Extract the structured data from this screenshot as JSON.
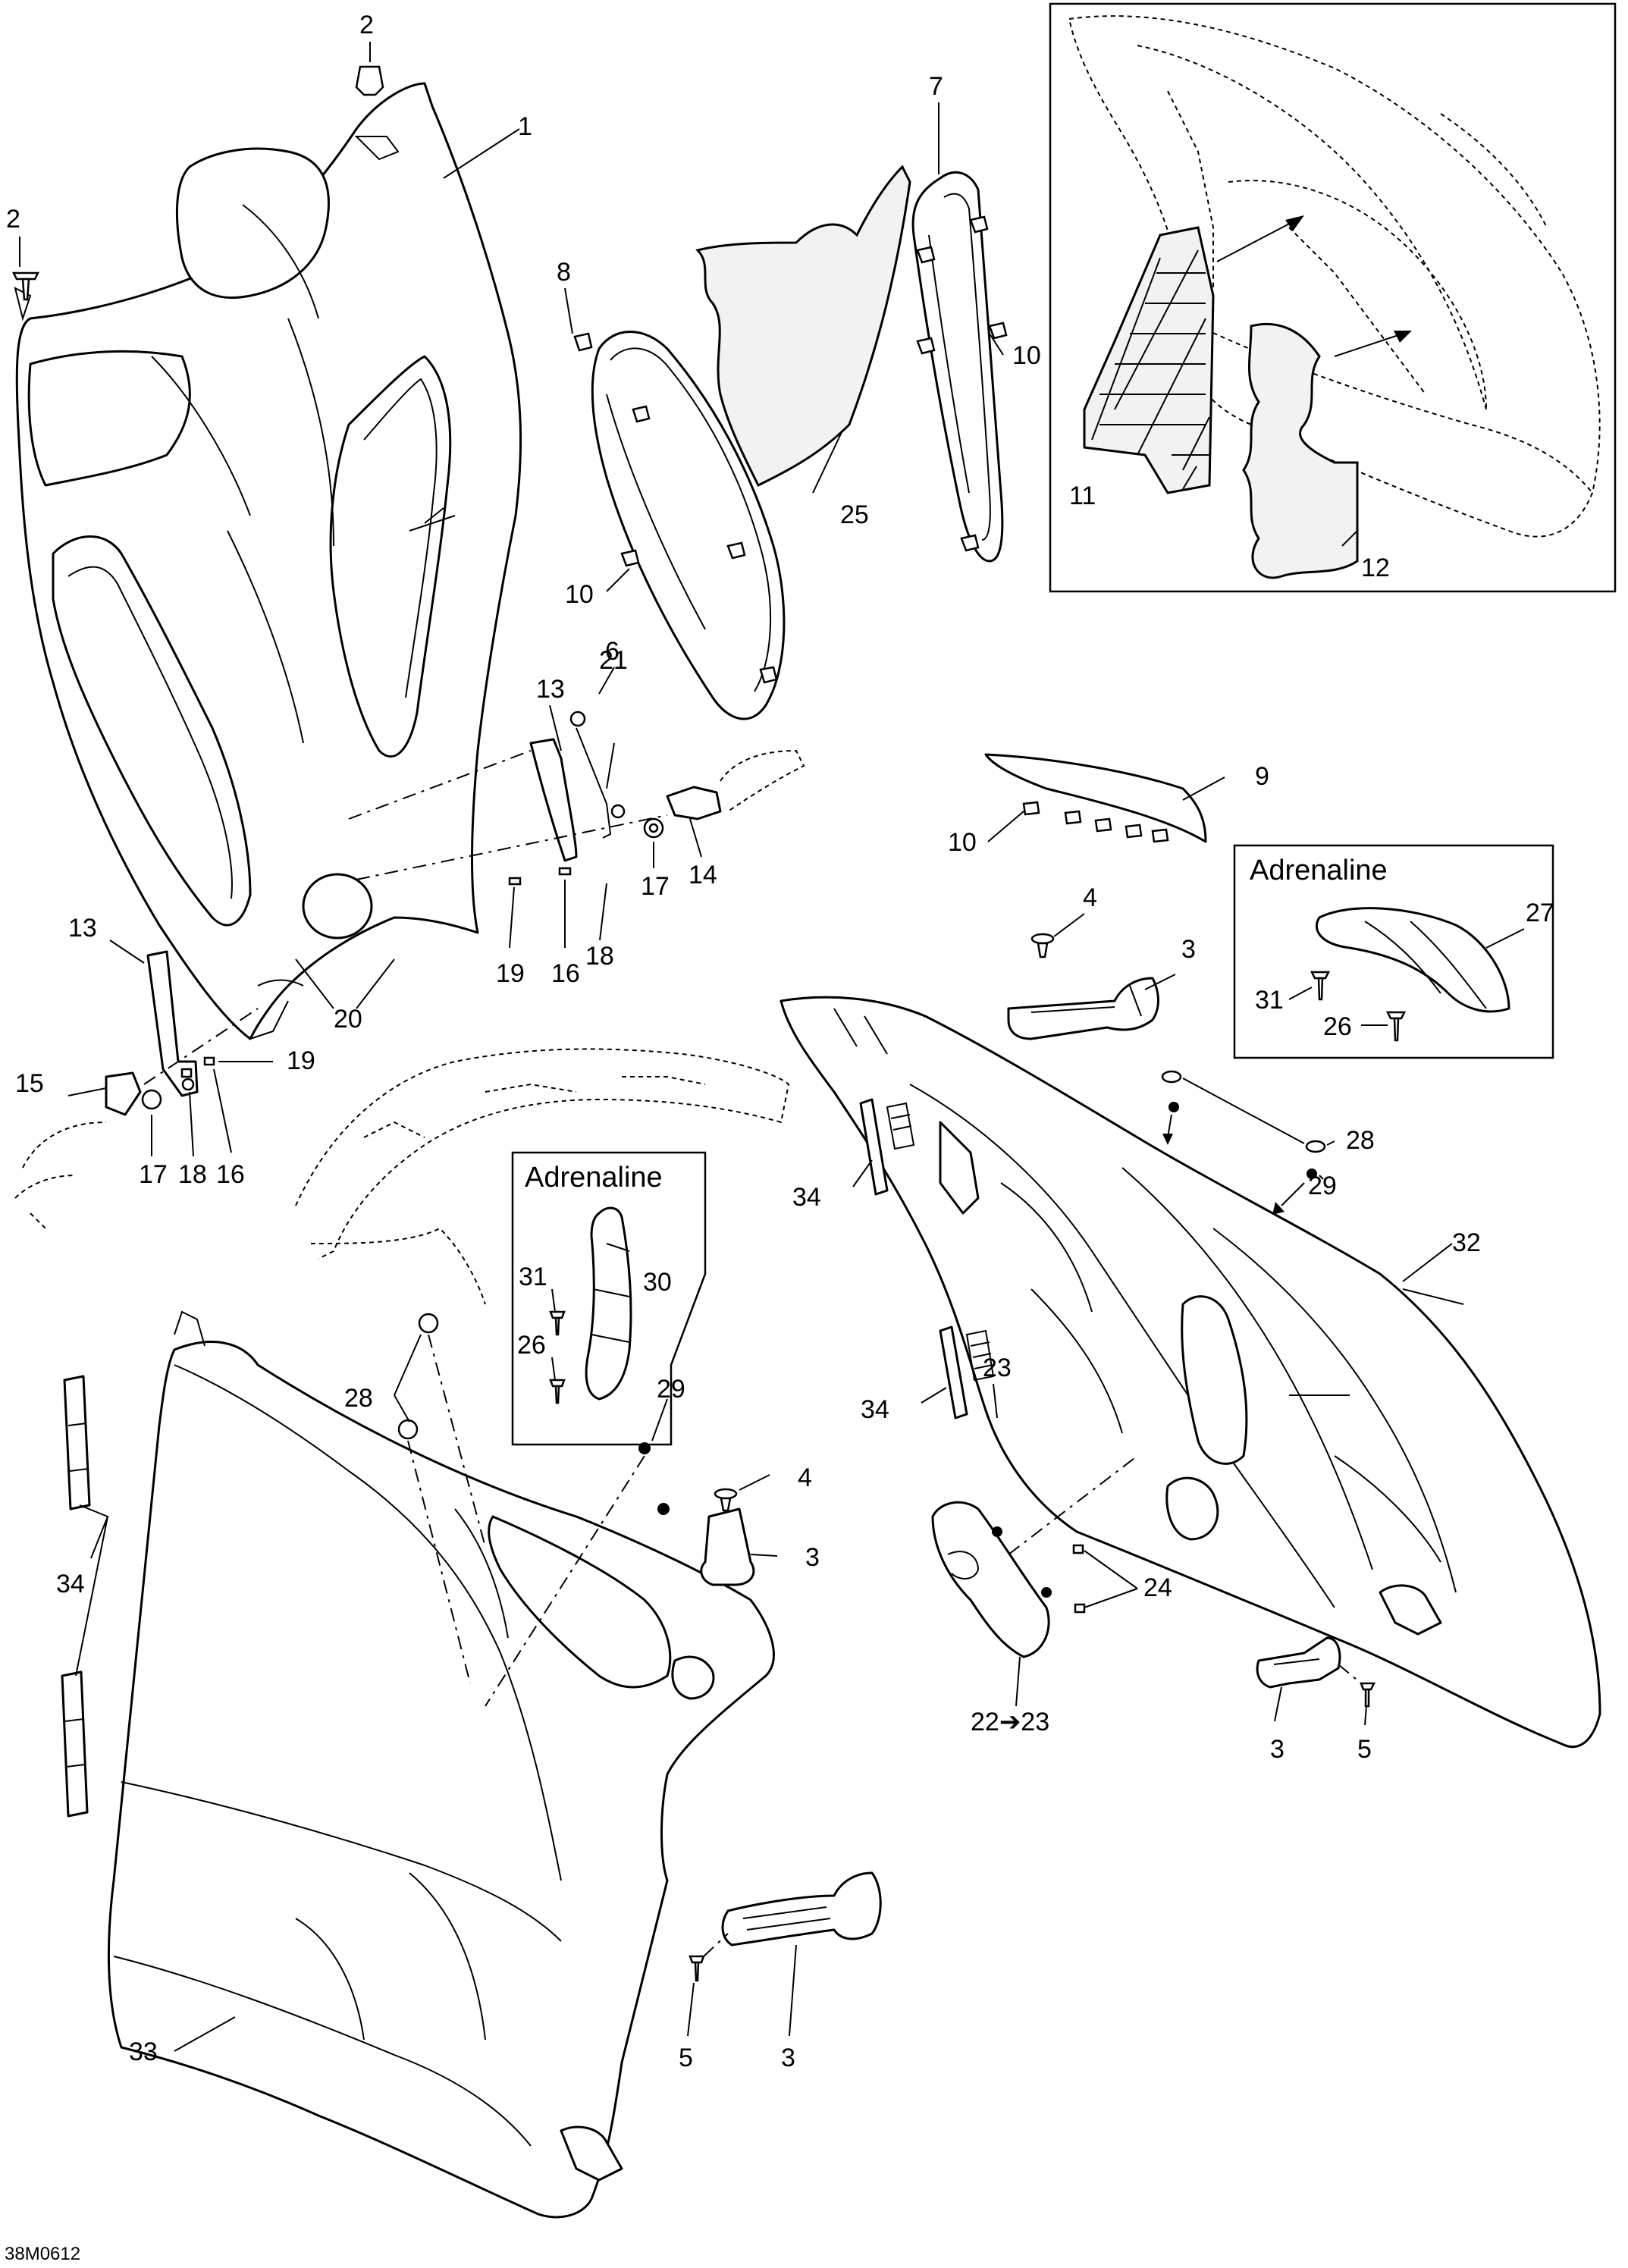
{
  "drawing_code": "38M0612",
  "variant_label": "Adrenaline",
  "callouts": [
    {
      "id": "c1",
      "label": "1"
    },
    {
      "id": "c2a",
      "label": "2"
    },
    {
      "id": "c2b",
      "label": "2"
    },
    {
      "id": "c3a",
      "label": "3"
    },
    {
      "id": "c3b",
      "label": "3"
    },
    {
      "id": "c3c",
      "label": "3"
    },
    {
      "id": "c3d",
      "label": "3"
    },
    {
      "id": "c4a",
      "label": "4"
    },
    {
      "id": "c4b",
      "label": "4"
    },
    {
      "id": "c5a",
      "label": "5"
    },
    {
      "id": "c5b",
      "label": "5"
    },
    {
      "id": "c6",
      "label": "6"
    },
    {
      "id": "c7",
      "label": "7"
    },
    {
      "id": "c8",
      "label": "8"
    },
    {
      "id": "c9",
      "label": "9"
    },
    {
      "id": "c10a",
      "label": "10"
    },
    {
      "id": "c10b",
      "label": "10"
    },
    {
      "id": "c10c",
      "label": "10"
    },
    {
      "id": "c11",
      "label": "11"
    },
    {
      "id": "c12",
      "label": "12"
    },
    {
      "id": "c13a",
      "label": "13"
    },
    {
      "id": "c13b",
      "label": "13"
    },
    {
      "id": "c14",
      "label": "14"
    },
    {
      "id": "c15",
      "label": "15"
    },
    {
      "id": "c16a",
      "label": "16"
    },
    {
      "id": "c16b",
      "label": "16"
    },
    {
      "id": "c17a",
      "label": "17"
    },
    {
      "id": "c17b",
      "label": "17"
    },
    {
      "id": "c18a",
      "label": "18"
    },
    {
      "id": "c18b",
      "label": "18"
    },
    {
      "id": "c19a",
      "label": "19"
    },
    {
      "id": "c19b",
      "label": "19"
    },
    {
      "id": "c20",
      "label": "20"
    },
    {
      "id": "c21",
      "label": "21"
    },
    {
      "id": "c22",
      "label": "22➔23"
    },
    {
      "id": "c23",
      "label": "23"
    },
    {
      "id": "c24",
      "label": "24"
    },
    {
      "id": "c25",
      "label": "25"
    },
    {
      "id": "c26a",
      "label": "26"
    },
    {
      "id": "c26b",
      "label": "26"
    },
    {
      "id": "c27",
      "label": "27"
    },
    {
      "id": "c28a",
      "label": "28"
    },
    {
      "id": "c28b",
      "label": "28"
    },
    {
      "id": "c29a",
      "label": "29"
    },
    {
      "id": "c29b",
      "label": "29"
    },
    {
      "id": "c30",
      "label": "30"
    },
    {
      "id": "c31a",
      "label": "31"
    },
    {
      "id": "c31b",
      "label": "31"
    },
    {
      "id": "c32",
      "label": "32"
    },
    {
      "id": "c33",
      "label": "33"
    },
    {
      "id": "c34a",
      "label": "34"
    },
    {
      "id": "c34b",
      "label": "34"
    },
    {
      "id": "c34c",
      "label": "34"
    }
  ]
}
